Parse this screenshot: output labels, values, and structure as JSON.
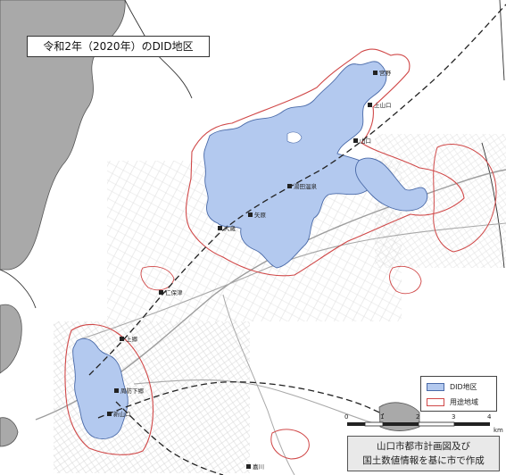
{
  "map": {
    "title": "令和2年（2020年）のDID地区",
    "legend": [
      {
        "label": "DID地区",
        "kind": "did"
      },
      {
        "label": "用途地域",
        "kind": "zone"
      }
    ],
    "credit_lines": [
      "山口市都市計画図及び",
      "国土数値情報を基に市で作成"
    ],
    "scale": {
      "ticks": [
        "0",
        "1",
        "2",
        "3",
        "4"
      ],
      "unit": "km"
    },
    "stations": [
      {
        "label": "宮野"
      },
      {
        "label": "上山口"
      },
      {
        "label": "山口"
      },
      {
        "label": "湯田温泉"
      },
      {
        "label": "矢原"
      },
      {
        "label": "大歳"
      },
      {
        "label": "仁保津"
      },
      {
        "label": "上郷"
      },
      {
        "label": "新山口"
      },
      {
        "label": "周防下郷"
      },
      {
        "label": "嘉川"
      }
    ],
    "colors": {
      "did_fill": "#b3c9ef",
      "did_stroke": "#4a6aa8",
      "zone_stroke": "#d04848",
      "neighbor_land": "#a9a9a9",
      "railway": "#222222"
    }
  }
}
